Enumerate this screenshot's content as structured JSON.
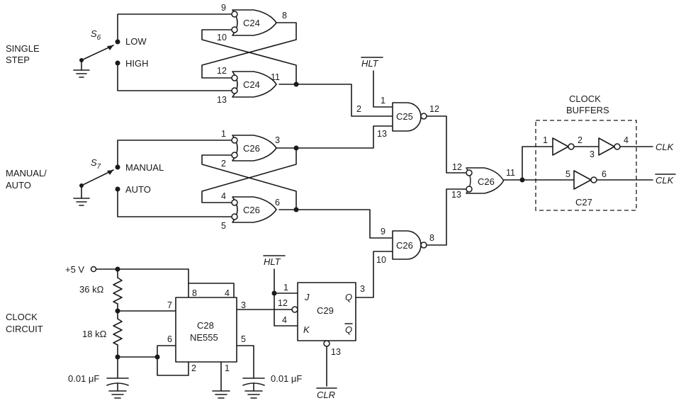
{
  "sections": {
    "single_step": [
      "SINGLE",
      "STEP"
    ],
    "manual_auto": [
      "MANUAL/",
      "AUTO"
    ],
    "clock_circuit": [
      "CLOCK",
      "CIRCUIT"
    ]
  },
  "switches": {
    "s6": {
      "name": "S",
      "sub": "6",
      "pos_a": "LOW",
      "pos_b": "HIGH"
    },
    "s7": {
      "name": "S",
      "sub": "7",
      "pos_a": "MANUAL",
      "pos_b": "AUTO"
    }
  },
  "gates": {
    "c24_top": {
      "label": "C24",
      "pins": [
        "9",
        "10",
        "8"
      ]
    },
    "c24_bot": {
      "label": "C24",
      "pins": [
        "12",
        "13",
        "11"
      ]
    },
    "c26_top": {
      "label": "C26",
      "pins": [
        "1",
        "2",
        "3"
      ]
    },
    "c26_bot": {
      "label": "C26",
      "pins": [
        "4",
        "5",
        "6"
      ]
    },
    "c25": {
      "label": "C25",
      "pins": [
        "1",
        "2",
        "13",
        "12"
      ]
    },
    "c26_mid": {
      "label": "C26",
      "pins": [
        "9",
        "10",
        "8"
      ]
    },
    "c26_out": {
      "label": "C26",
      "pins": [
        "12",
        "13",
        "11"
      ]
    }
  },
  "buffers": {
    "title": [
      "CLOCK",
      "BUFFERS"
    ],
    "pins": [
      "1",
      "2",
      "3",
      "4",
      "5",
      "6"
    ],
    "label": "C27",
    "clk": "CLK",
    "clk_bar": "CLK"
  },
  "flipflop": {
    "label": "C29",
    "inputs": [
      "J",
      "K"
    ],
    "outputs": [
      "Q",
      "Q"
    ],
    "pins": [
      "1",
      "12",
      "4",
      "3",
      "13"
    ]
  },
  "timer": {
    "label": "C28",
    "part": "NE555",
    "pins": [
      "8",
      "4",
      "7",
      "3",
      "6",
      "5",
      "2",
      "1"
    ]
  },
  "signals": {
    "hlt": "HLT",
    "clr": "CLR"
  },
  "components": {
    "supply": "+5 V",
    "r1": "36 kΩ",
    "r2": "18 kΩ",
    "c1": "0.01 μF",
    "c2": "0.01 μF"
  }
}
